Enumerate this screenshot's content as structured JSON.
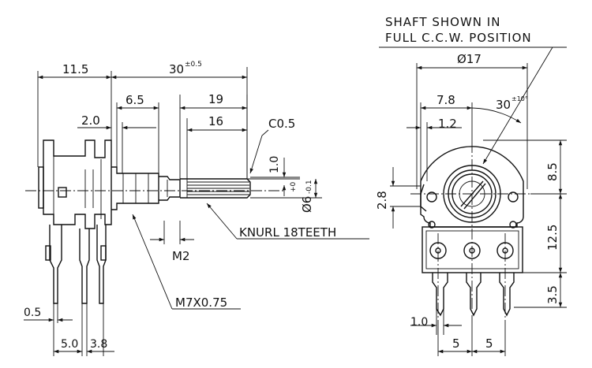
{
  "side_view": {
    "dims": {
      "overall_length": "30",
      "overall_tol": "±0.5",
      "body_length": "11.5",
      "bushing_length": "6.5",
      "shaft_19": "19",
      "shaft_16": "16",
      "flat_2": "2.0",
      "chamfer": "C0.5",
      "knurl_height": "1.0",
      "shaft_dia": "Ø6",
      "shaft_dia_tol_top": "+0",
      "shaft_dia_tol_bottom": "-0.1",
      "nut_m2": "M2",
      "pin_05": "0.5",
      "pin_50": "5.0",
      "pin_38": "3.8"
    },
    "labels": {
      "knurl": "KNURL 18TEETH",
      "thread": "M7X0.75"
    }
  },
  "front_view": {
    "note_line1": "SHAFT SHOWN IN",
    "note_line2": "FULL C.C.W. POSITION",
    "dims": {
      "body_dia": "Ø17",
      "offset_78": "7.8",
      "angle": "30",
      "angle_tol": "±10°",
      "key_12": "1.2",
      "key_28": "2.8",
      "height_85": "8.5",
      "height_125": "12.5",
      "pin_35": "3.5",
      "pin_10": "1.0",
      "pitch_left": "5",
      "pitch_right": "5"
    }
  }
}
